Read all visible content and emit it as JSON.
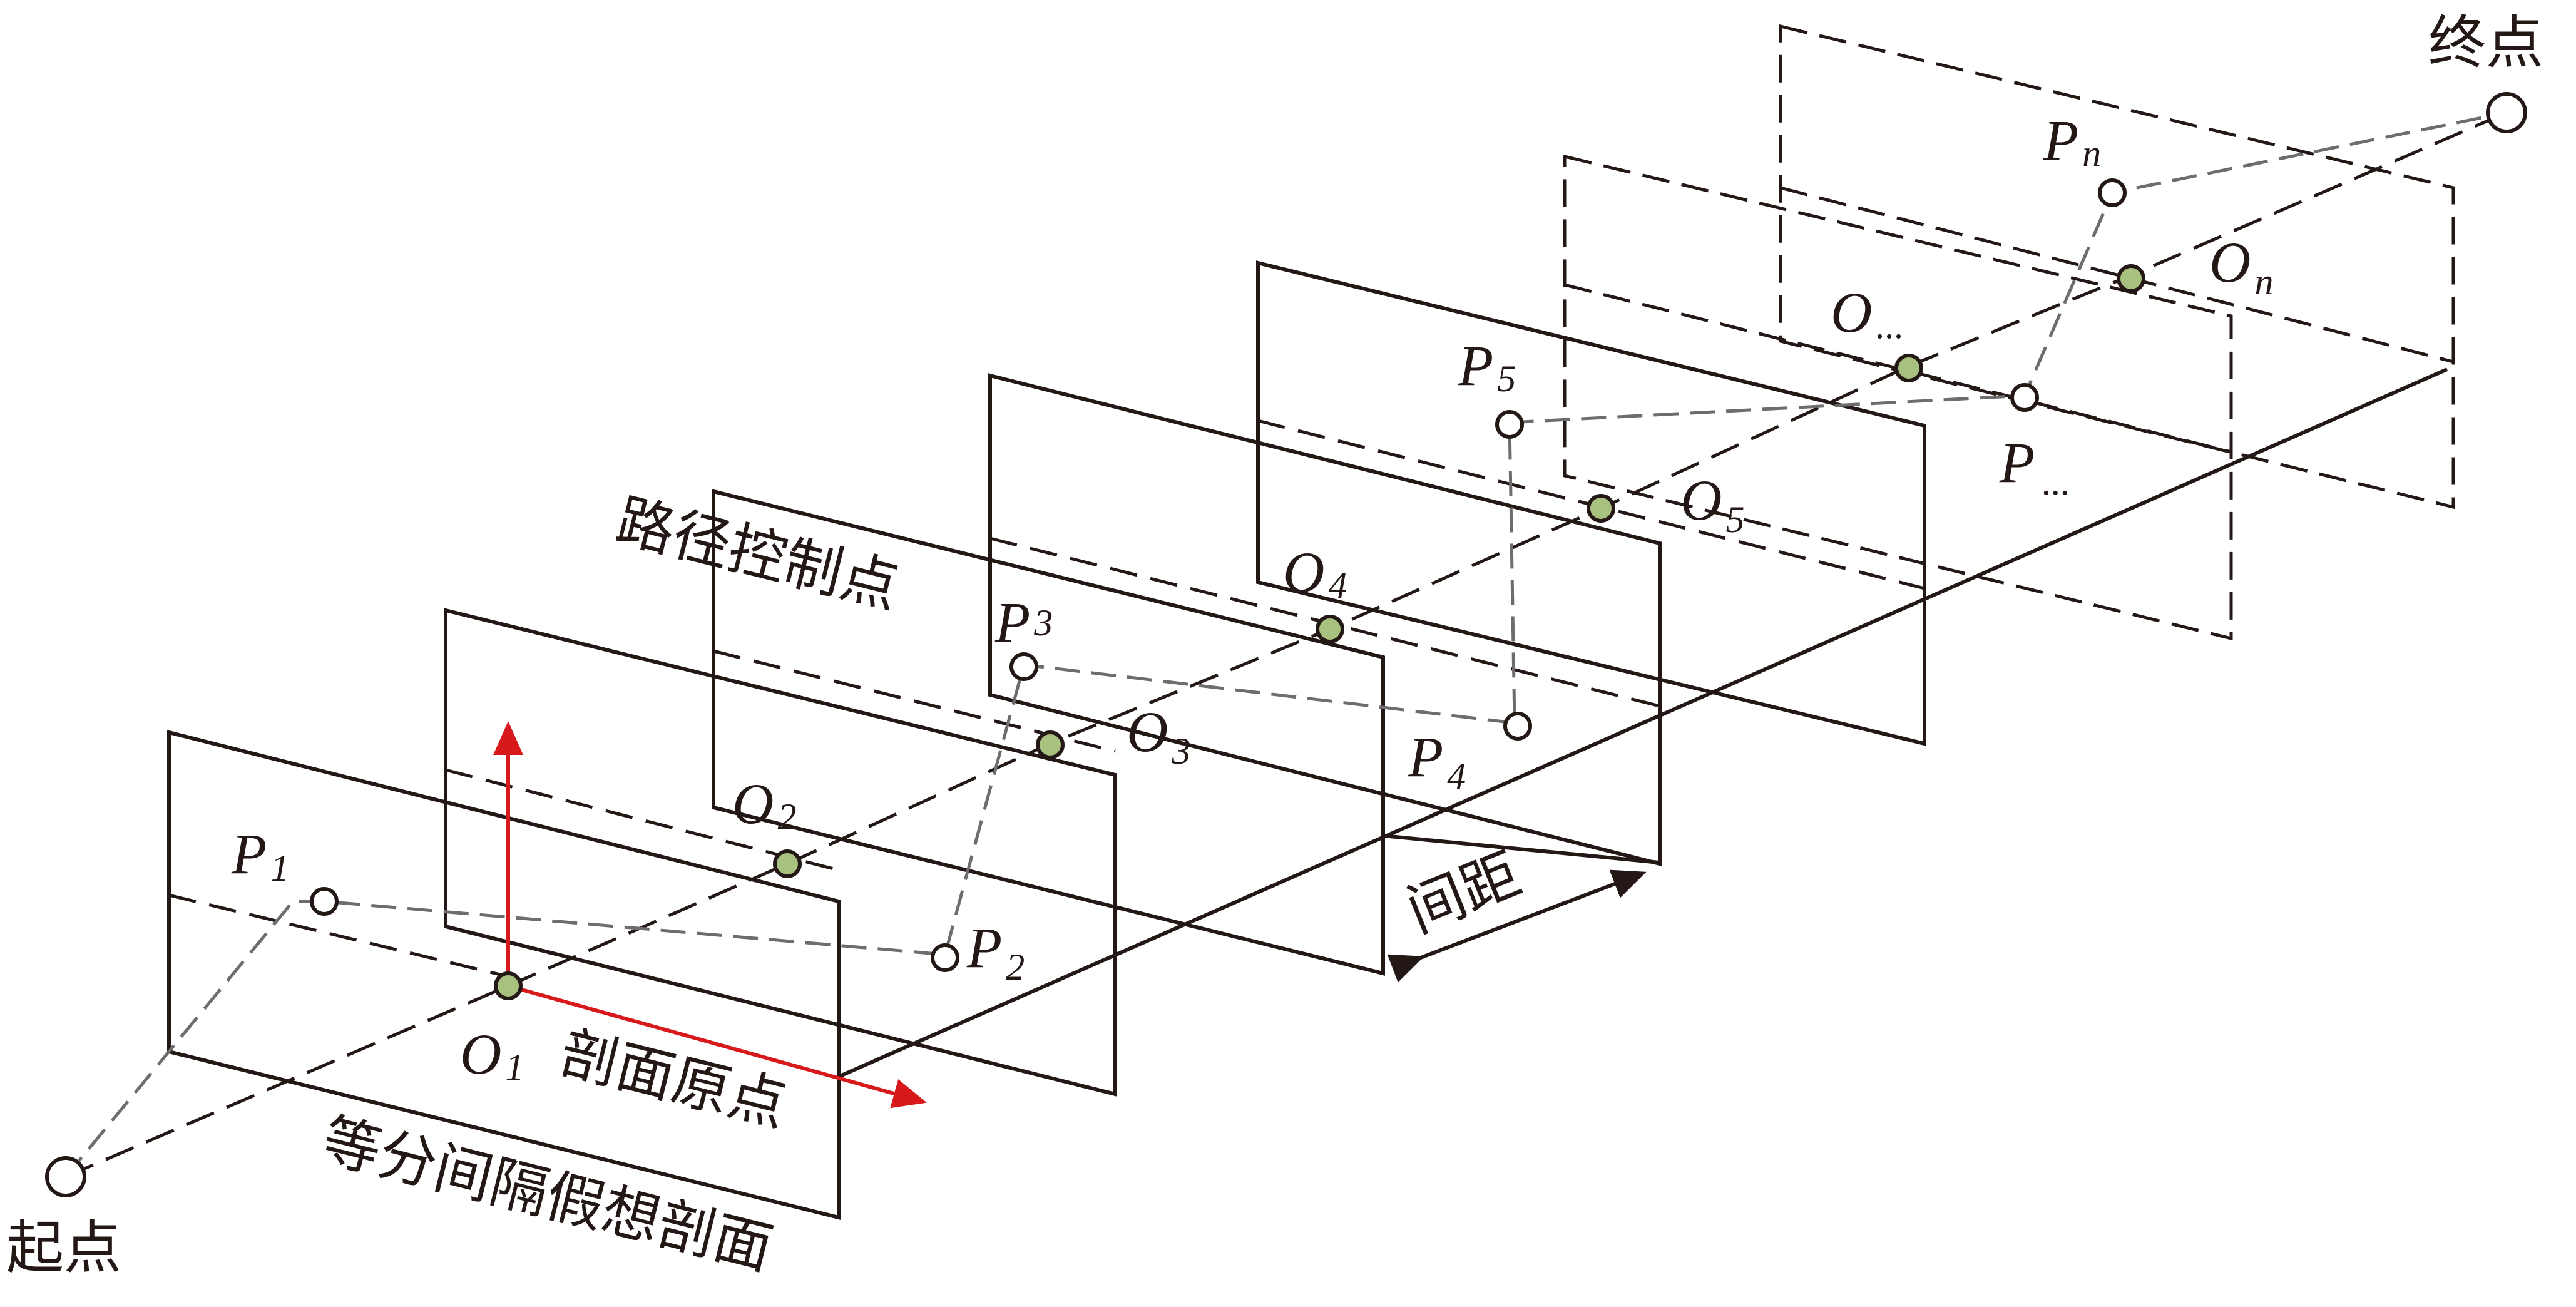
{
  "colors": {
    "line": "#231815",
    "control_path": "#6d6d6d",
    "origin_fill": "#a9c17f",
    "axis_red": "#d7191c"
  },
  "labels": {
    "start": "起点",
    "end": "终点",
    "control_points": "路径控制点",
    "section_origin": "剖面原点",
    "sections": "等分间隔假想剖面",
    "spacing": "间距"
  },
  "points": {
    "p1": {
      "main": "P",
      "sub": "1"
    },
    "p2": {
      "main": "P",
      "sub": "2"
    },
    "p3": {
      "main": "P",
      "sub": "3"
    },
    "p4": {
      "main": "P",
      "sub": "4"
    },
    "p5": {
      "main": "P",
      "sub": "5"
    },
    "pdots": {
      "main": "P",
      "sub": "..."
    },
    "pn": {
      "main": "P",
      "sub": "n"
    },
    "o1": {
      "main": "O",
      "sub": "1"
    },
    "o2": {
      "main": "O",
      "sub": "2"
    },
    "o3": {
      "main": "O",
      "sub": "3"
    },
    "o4": {
      "main": "O",
      "sub": "4"
    },
    "o5": {
      "main": "O",
      "sub": "5"
    },
    "odots": {
      "main": "O",
      "sub": "..."
    },
    "on": {
      "main": "O",
      "sub": "n"
    }
  }
}
